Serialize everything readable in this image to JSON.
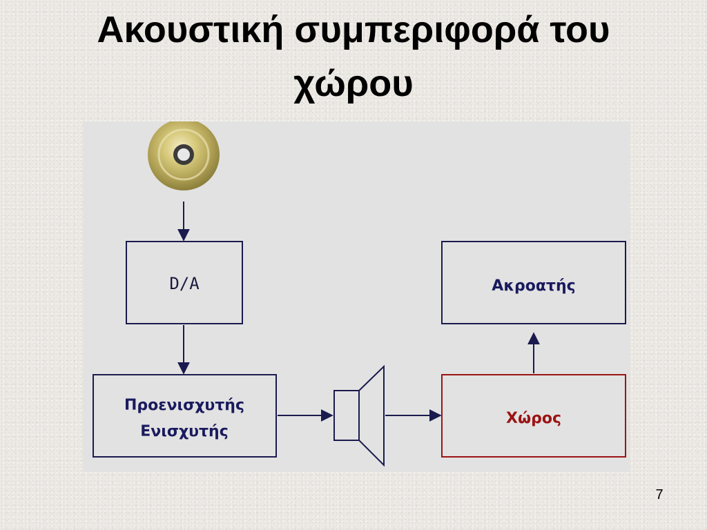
{
  "slide": {
    "title_line1": "Ακουστική συμπεριφορά του",
    "title_line2": "χώρου",
    "page_number": "7"
  },
  "diagram": {
    "panel_color": "#e2e2e2",
    "line_color": "#1a1a4e",
    "text_color": "#1a1a5e",
    "accent_color": "#9b1414",
    "source_icon": "cd-disc-icon",
    "speaker_icon": "loudspeaker-icon",
    "nodes": {
      "da": {
        "label": "D/A"
      },
      "amp": {
        "line1": "Προενισχυτής",
        "line2": "Ενισχυτής"
      },
      "room": {
        "label": "Χώρος"
      },
      "listener": {
        "label": "Ακροατής"
      }
    }
  }
}
